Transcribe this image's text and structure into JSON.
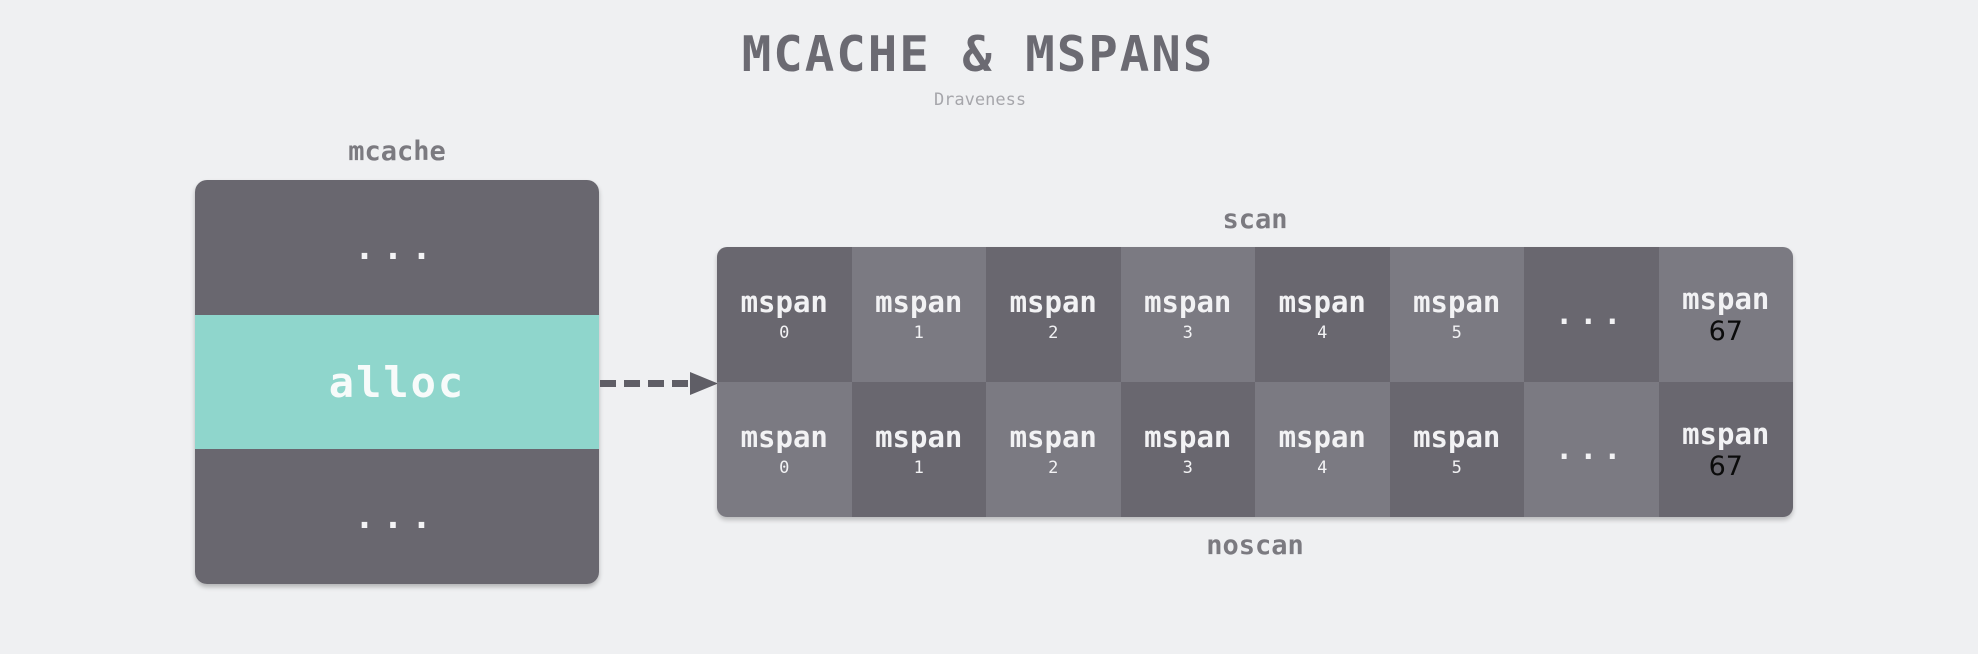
{
  "title": "MCACHE & MSPANS",
  "subtitle": "Draveness",
  "mcache": {
    "label": "mcache",
    "rows": [
      {
        "text": "...",
        "kind": "dots"
      },
      {
        "text": "alloc",
        "kind": "alloc"
      },
      {
        "text": "...",
        "kind": "dots"
      }
    ]
  },
  "scan_label": "scan",
  "noscan_label": "noscan",
  "colors": {
    "background": "#eff0f2",
    "dark_cell": "#69676f",
    "light_cell": "#7b7a82",
    "alloc": "#8fd6cc",
    "arrow": "#5f5e66"
  },
  "scan_row": [
    {
      "name": "mspan",
      "index": "0"
    },
    {
      "name": "mspan",
      "index": "1"
    },
    {
      "name": "mspan",
      "index": "2"
    },
    {
      "name": "mspan",
      "index": "3"
    },
    {
      "name": "mspan",
      "index": "4"
    },
    {
      "name": "mspan",
      "index": "5"
    },
    {
      "name": "...",
      "index": ""
    },
    {
      "name": "mspan",
      "index": "67"
    }
  ],
  "noscan_row": [
    {
      "name": "mspan",
      "index": "0"
    },
    {
      "name": "mspan",
      "index": "1"
    },
    {
      "name": "mspan",
      "index": "2"
    },
    {
      "name": "mspan",
      "index": "3"
    },
    {
      "name": "mspan",
      "index": "4"
    },
    {
      "name": "mspan",
      "index": "5"
    },
    {
      "name": "...",
      "index": ""
    },
    {
      "name": "mspan",
      "index": "67"
    }
  ]
}
